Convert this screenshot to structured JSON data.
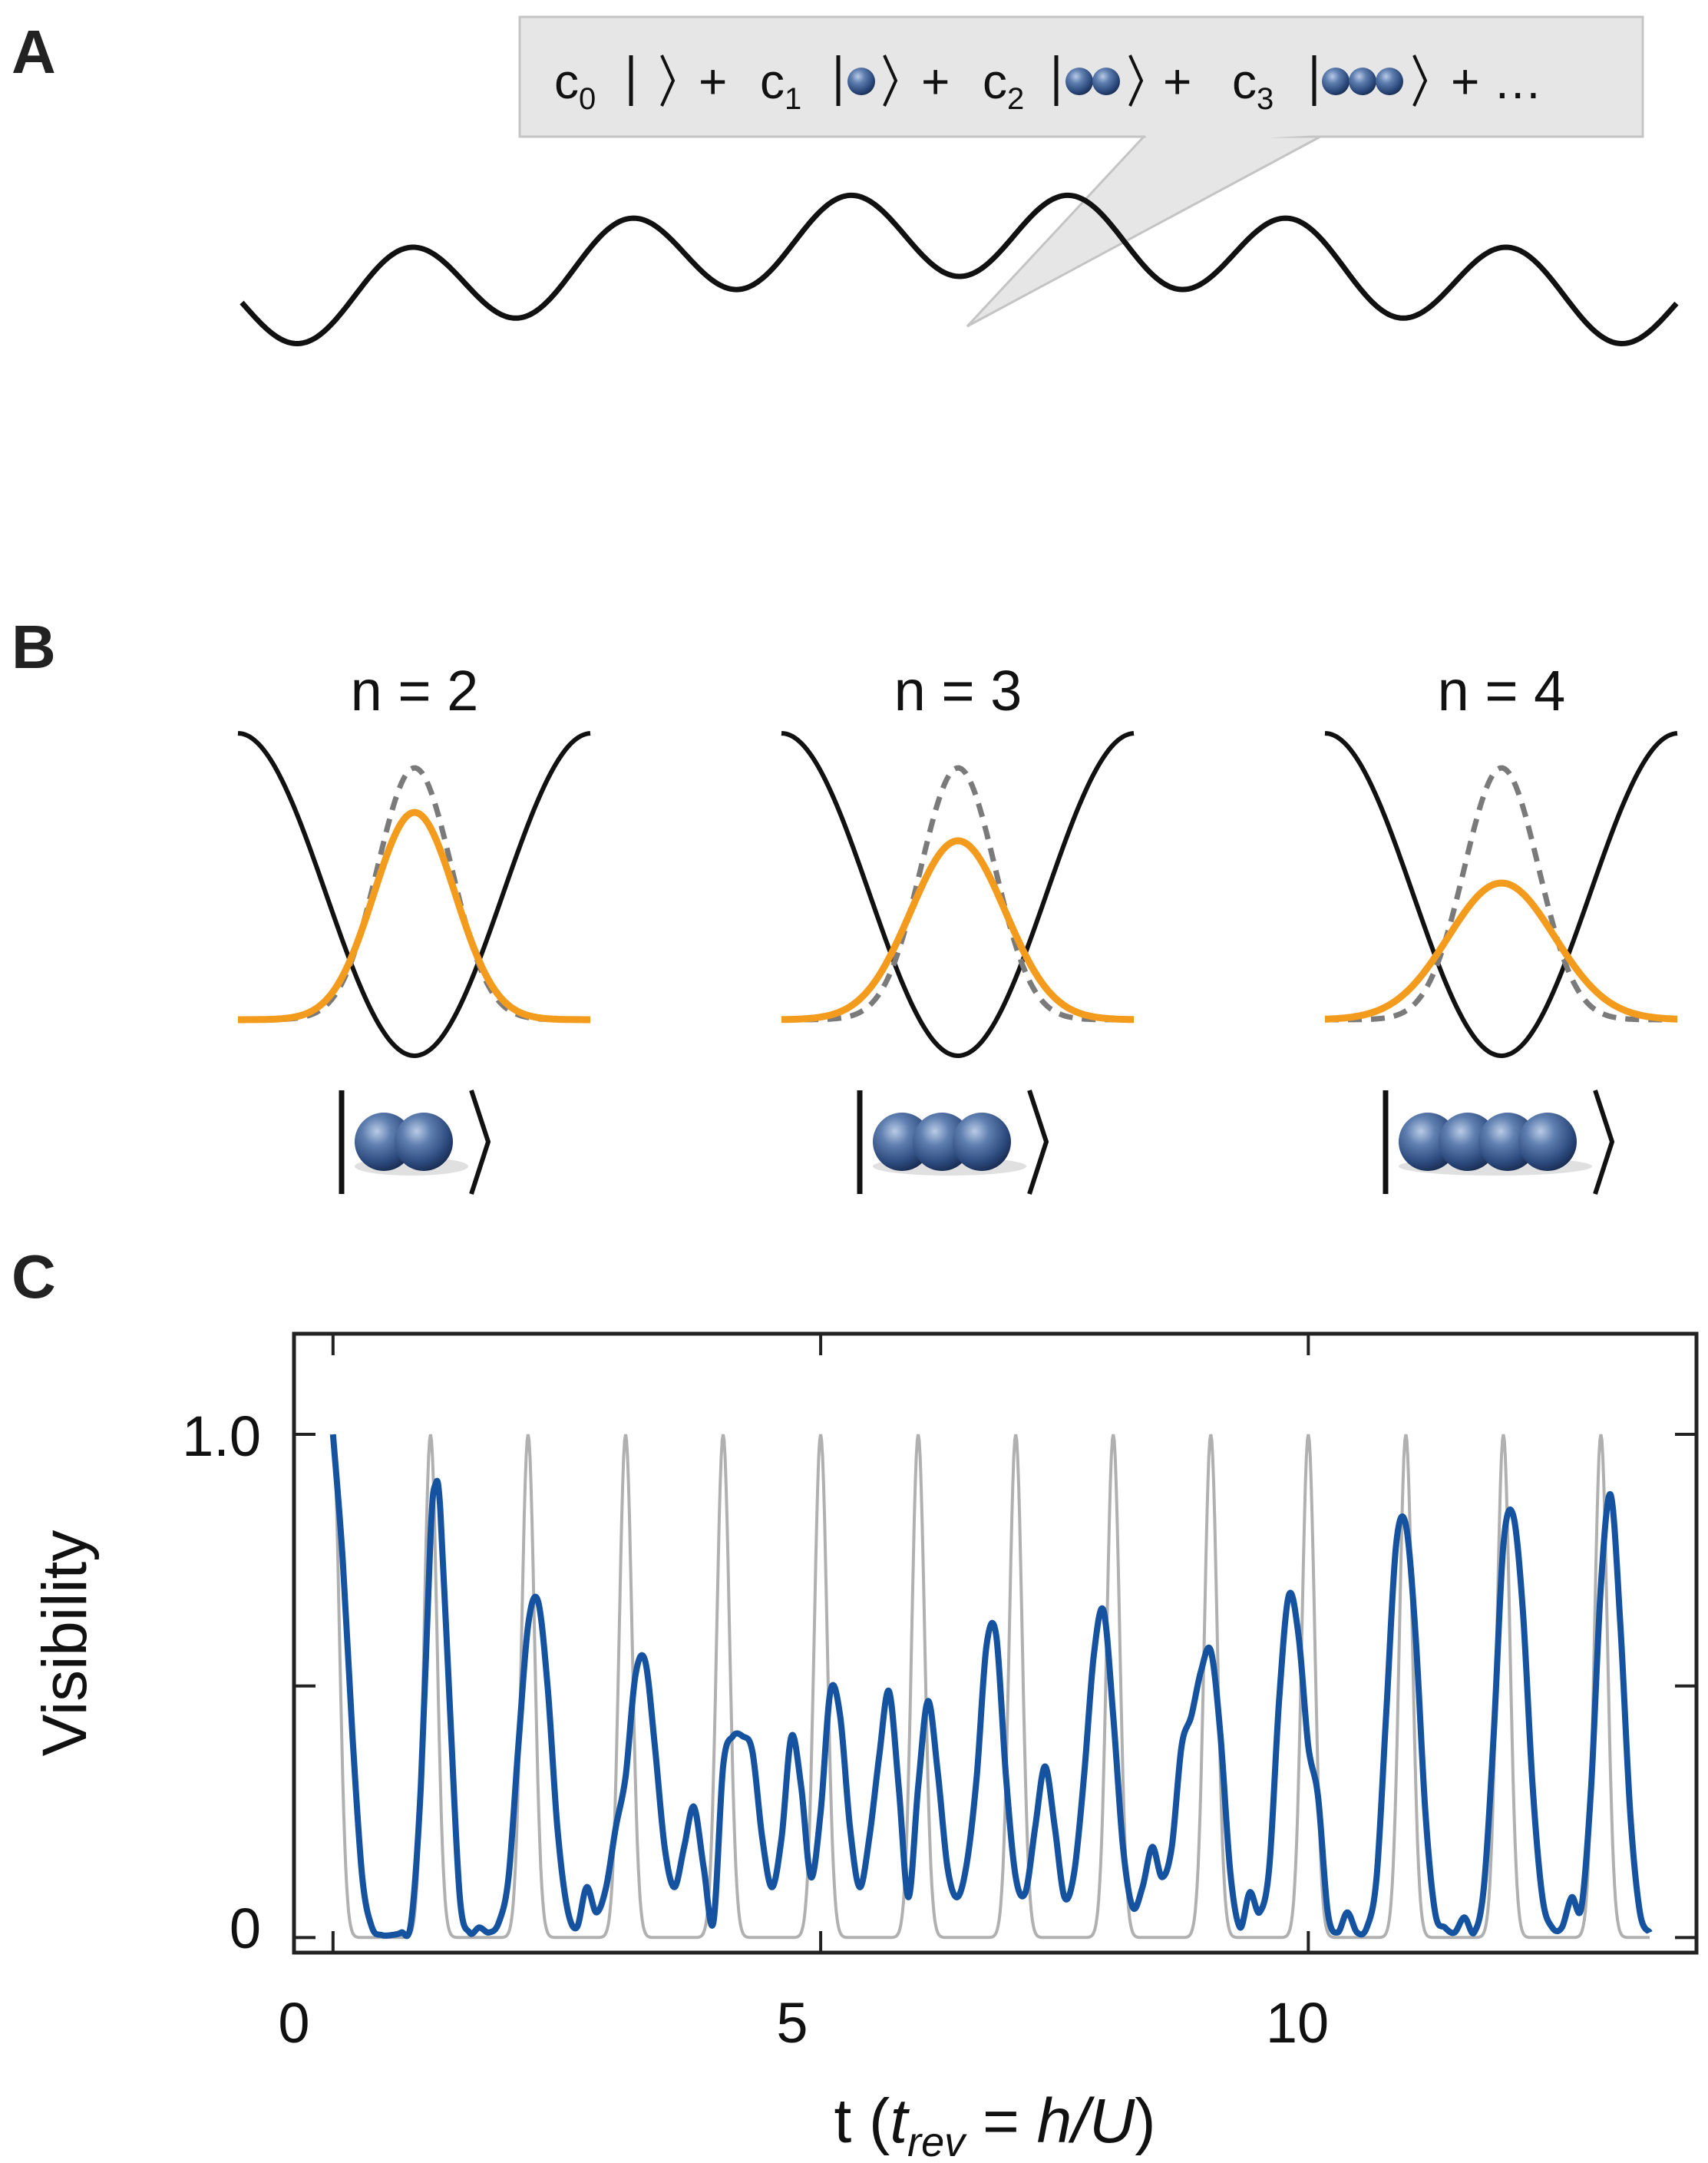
{
  "panel_a": {
    "label": "A",
    "superposition": {
      "c0": "c",
      "c0_sub": "0",
      "plus1": "+",
      "c1": "c",
      "c1_sub": "1",
      "plus2": "+",
      "c2": "c",
      "c2_sub": "2",
      "plus3": "+",
      "c3": "c",
      "c3_sub": "3",
      "tail": "+ …"
    }
  },
  "panel_b": {
    "label": "B",
    "titles": [
      "n = 2",
      "n = 3",
      "n = 4"
    ],
    "atom_counts": [
      2,
      3,
      4
    ]
  },
  "panel_c": {
    "label": "C",
    "ylabel": "Visibility",
    "xlabel_prefix": "t (",
    "xlabel_trev": "t",
    "xlabel_trev_sub": "rev",
    "xlabel_eq": " = ",
    "xlabel_hu": "h/U",
    "xlabel_suffix": ")",
    "ytick_labels": [
      "0",
      "1.0"
    ],
    "xtick_labels": [
      "0",
      "5",
      "10"
    ]
  },
  "colors": {
    "atom": "#2f4f80",
    "fill": "#a9c3e0",
    "orange": "#f29b1d",
    "blue_curve": "#1553a0",
    "gray_curve": "#b0b0b0"
  },
  "chart_data": {
    "type": "line",
    "xlabel": "t (trev = h/U)",
    "ylabel": "Visibility",
    "xlim": [
      -0.4,
      13.98
    ],
    "ylim": [
      -0.03,
      1.2
    ],
    "xticks": [
      0,
      5,
      10
    ],
    "yticks": [
      0,
      0.5,
      1.0
    ],
    "series": [
      {
        "style": "gray",
        "revival_period": 1.0,
        "revival_peak": 1.0,
        "revival_halfwidth": 0.11,
        "x_range": [
          0,
          13.5
        ]
      },
      {
        "style": "blue",
        "x": [
          0.0,
          0.1,
          0.2,
          0.3,
          0.4,
          0.5,
          0.6,
          0.7,
          0.8,
          0.9,
          1.0,
          1.05,
          1.1,
          1.2,
          1.3,
          1.4,
          1.5,
          1.6,
          1.7,
          1.8,
          1.9,
          2.0,
          2.1,
          2.2,
          2.3,
          2.4,
          2.5,
          2.6,
          2.7,
          2.8,
          2.9,
          3.0,
          3.1,
          3.2,
          3.3,
          3.4,
          3.5,
          3.6,
          3.7,
          3.8,
          3.9,
          4.0,
          4.1,
          4.2,
          4.3,
          4.4,
          4.5,
          4.6,
          4.7,
          4.8,
          4.9,
          5.0,
          5.1,
          5.2,
          5.3,
          5.4,
          5.5,
          5.6,
          5.7,
          5.8,
          5.9,
          6.0,
          6.1,
          6.2,
          6.3,
          6.4,
          6.5,
          6.6,
          6.7,
          6.8,
          6.9,
          7.0,
          7.1,
          7.2,
          7.3,
          7.4,
          7.5,
          7.6,
          7.7,
          7.8,
          7.9,
          8.0,
          8.1,
          8.2,
          8.3,
          8.4,
          8.5,
          8.6,
          8.7,
          8.8,
          8.9,
          9.0,
          9.1,
          9.2,
          9.3,
          9.4,
          9.5,
          9.6,
          9.7,
          9.8,
          9.9,
          10.0,
          10.1,
          10.2,
          10.3,
          10.4,
          10.5,
          10.6,
          10.7,
          10.8,
          10.9,
          11.0,
          11.1,
          11.2,
          11.3,
          11.4,
          11.5,
          11.6,
          11.7,
          11.8,
          11.9,
          12.0,
          12.1,
          12.2,
          12.3,
          12.4,
          12.5,
          12.6,
          12.7,
          12.8,
          12.9,
          13.0,
          13.1,
          13.2,
          13.3,
          13.4,
          13.5
        ],
        "y": [
          1.0,
          0.75,
          0.4,
          0.12,
          0.02,
          0.005,
          0.005,
          0.01,
          0.03,
          0.3,
          0.8,
          0.9,
          0.85,
          0.45,
          0.08,
          0.01,
          0.02,
          0.01,
          0.03,
          0.12,
          0.38,
          0.62,
          0.67,
          0.5,
          0.22,
          0.06,
          0.02,
          0.1,
          0.05,
          0.1,
          0.22,
          0.32,
          0.52,
          0.55,
          0.38,
          0.18,
          0.1,
          0.18,
          0.26,
          0.14,
          0.03,
          0.34,
          0.4,
          0.4,
          0.37,
          0.2,
          0.1,
          0.2,
          0.4,
          0.3,
          0.12,
          0.25,
          0.49,
          0.44,
          0.22,
          0.1,
          0.2,
          0.36,
          0.49,
          0.3,
          0.08,
          0.3,
          0.47,
          0.33,
          0.14,
          0.08,
          0.15,
          0.32,
          0.58,
          0.6,
          0.32,
          0.12,
          0.09,
          0.22,
          0.34,
          0.22,
          0.08,
          0.13,
          0.32,
          0.56,
          0.65,
          0.44,
          0.18,
          0.06,
          0.1,
          0.18,
          0.12,
          0.18,
          0.38,
          0.44,
          0.53,
          0.57,
          0.4,
          0.13,
          0.02,
          0.09,
          0.05,
          0.14,
          0.47,
          0.68,
          0.6,
          0.38,
          0.28,
          0.05,
          0.01,
          0.05,
          0.01,
          0.02,
          0.12,
          0.45,
          0.78,
          0.82,
          0.6,
          0.25,
          0.05,
          0.02,
          0.01,
          0.04,
          0.01,
          0.1,
          0.4,
          0.78,
          0.84,
          0.65,
          0.3,
          0.08,
          0.02,
          0.02,
          0.08,
          0.06,
          0.3,
          0.7,
          0.88,
          0.62,
          0.25,
          0.05,
          0.01
        ]
      }
    ]
  }
}
